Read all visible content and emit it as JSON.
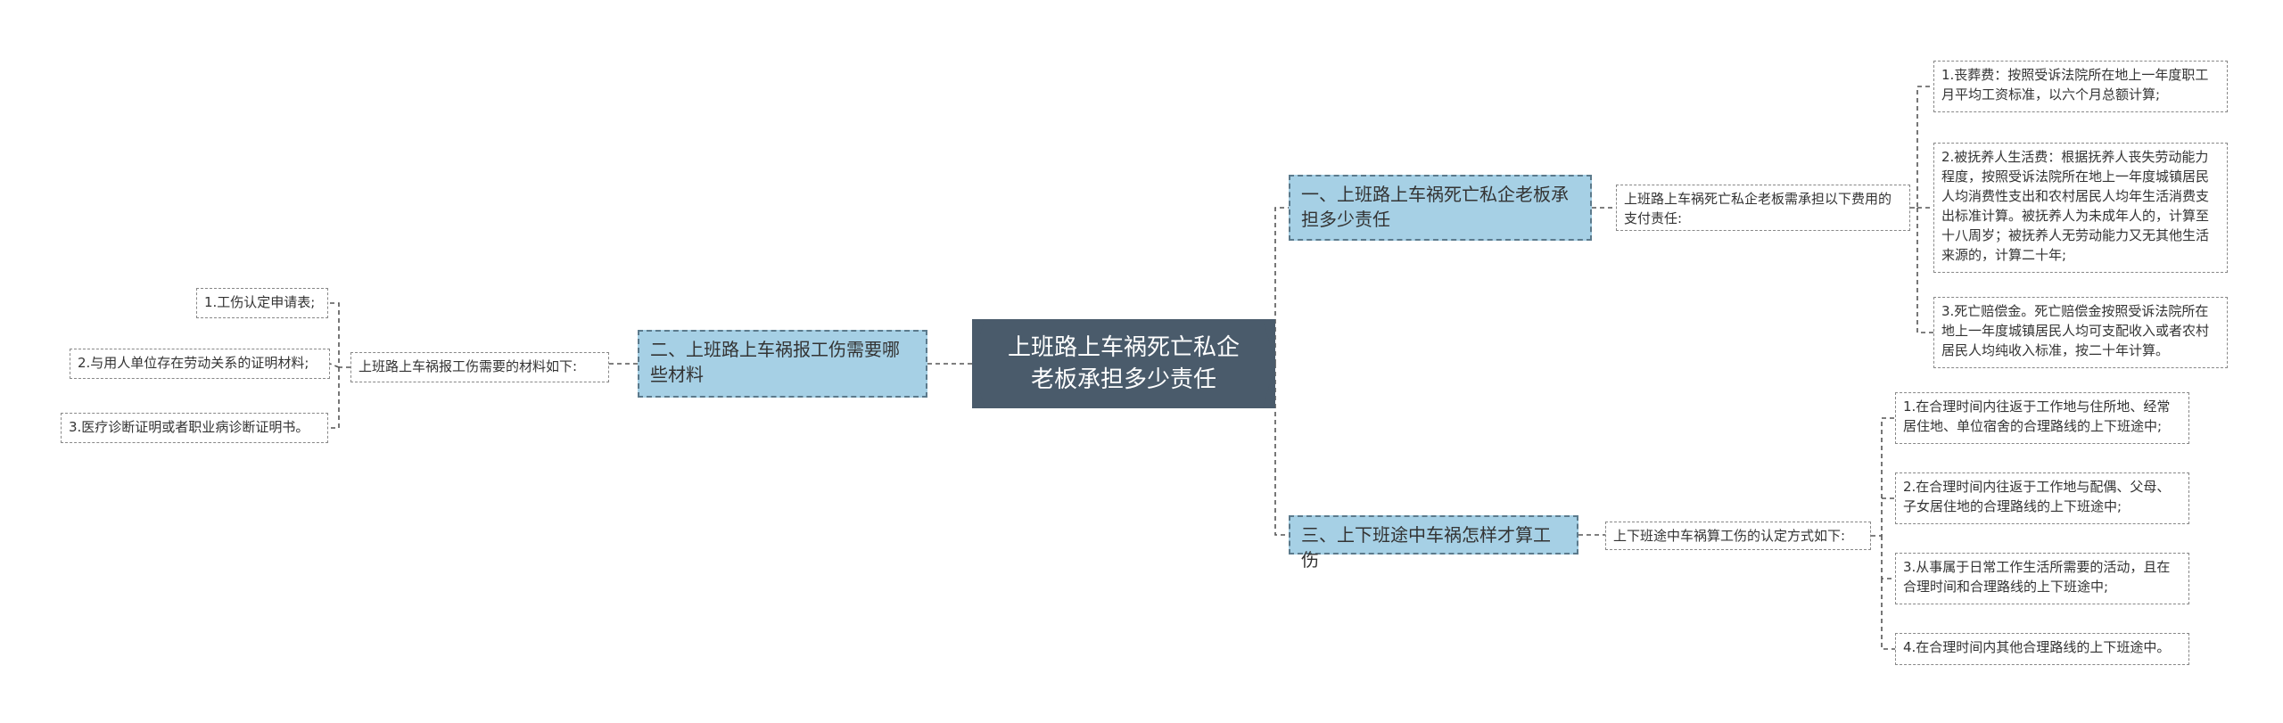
{
  "root": {
    "title": "上班路上车祸死亡私企老板承担多少责任"
  },
  "branch1": {
    "title": "一、上班路上车祸死亡私企老板承担多少责任",
    "mid": "上班路上车祸死亡私企老板需承担以下费用的支付责任:",
    "details": [
      "1.丧葬费：按照受诉法院所在地上一年度职工月平均工资标准，以六个月总额计算;",
      "2.被抚养人生活费：根据抚养人丧失劳动能力程度，按照受诉法院所在地上一年度城镇居民人均消费性支出和农村居民人均年生活消费支出标准计算。被抚养人为未成年人的，计算至十八周岁；被抚养人无劳动能力又无其他生活来源的，计算二十年;",
      "3.死亡赔偿金。死亡赔偿金按照受诉法院所在地上一年度城镇居民人均可支配收入或者农村居民人均纯收入标准，按二十年计算。"
    ]
  },
  "branch2": {
    "title": "二、上班路上车祸报工伤需要哪些材料",
    "mid": "上班路上车祸报工伤需要的材料如下:",
    "details": [
      "1.工伤认定申请表;",
      "2.与用人单位存在劳动关系的证明材料;",
      "3.医疗诊断证明或者职业病诊断证明书。"
    ]
  },
  "branch3": {
    "title": "三、上下班途中车祸怎样才算工伤",
    "mid": "上下班途中车祸算工伤的认定方式如下:",
    "details": [
      "1.在合理时间内往返于工作地与住所地、经常居住地、单位宿舍的合理路线的上下班途中;",
      "2.在合理时间内往返于工作地与配偶、父母、子女居住地的合理路线的上下班途中;",
      "3.从事属于日常工作生活所需要的活动，且在合理时间和合理路线的上下班途中;",
      "4.在合理时间内其他合理路线的上下班途中。"
    ]
  },
  "colors": {
    "root_fill": "#4a5b6b",
    "branch_fill": "#a6d0e5",
    "line": "#555555"
  }
}
